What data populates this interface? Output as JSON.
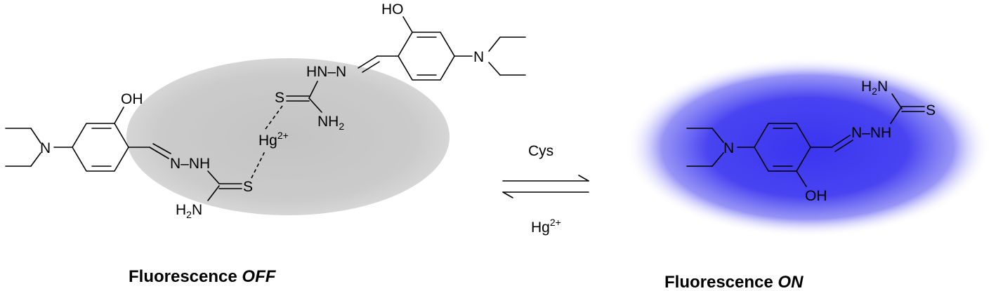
{
  "left_panel": {
    "caption_prefix": "Fluorescence ",
    "caption_state": "OFF",
    "metal_ion": "Hg",
    "metal_charge": "2+",
    "molecule_a_labels": {
      "amine_n": "N",
      "hydroxyl": "OH",
      "imine_n": "N",
      "hydrazine_nh": "N–NH",
      "thione_s": "S",
      "amide_h2n": "H2N"
    },
    "molecule_b_labels": {
      "hydroxyl": "HO",
      "amine_n": "N",
      "hydrazine": "HN–N",
      "thione_s": "S",
      "amide_nh2": "NH2"
    }
  },
  "equilibrium": {
    "forward_reagent": "Cys",
    "reverse_reagent": "Hg",
    "reverse_charge": "2+"
  },
  "right_panel": {
    "caption_prefix": "Fluorescence ",
    "caption_state": "ON",
    "glow_color": "#3a35f0",
    "labels": {
      "amine_n": "N",
      "hydroxyl": "OH",
      "hydrazine": "N–NH",
      "thione_s": "S",
      "amide_h2n": "H2N"
    }
  },
  "colors": {
    "off_ellipse": "#c8c8c8",
    "on_glow": "#3a35f0"
  }
}
